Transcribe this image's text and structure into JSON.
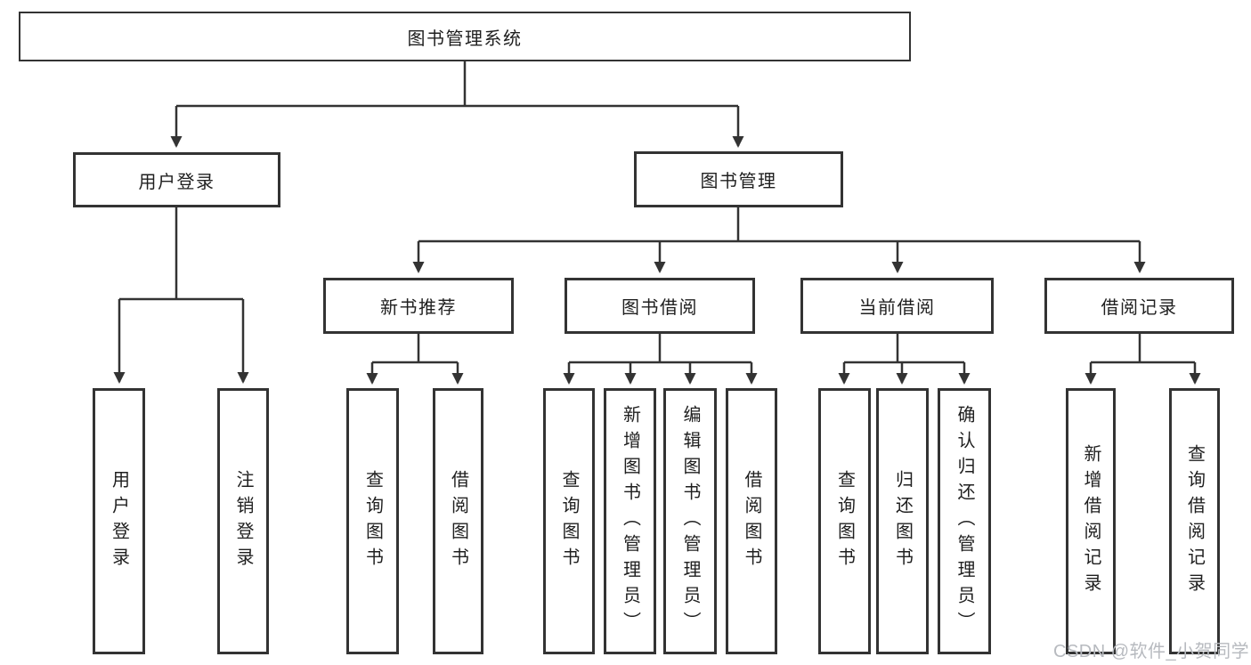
{
  "diagram": {
    "root": {
      "label": "图书管理系统"
    },
    "branches": [
      {
        "label": "用户登录",
        "children": [
          {
            "label": "用户登录"
          },
          {
            "label": "注销登录"
          }
        ]
      },
      {
        "label": "图书管理",
        "children": [
          {
            "label": "新书推荐",
            "children": [
              {
                "label": "查询图书"
              },
              {
                "label": "借阅图书"
              }
            ]
          },
          {
            "label": "图书借阅",
            "children": [
              {
                "label": "查询图书"
              },
              {
                "label": "新增图书（管理员）"
              },
              {
                "label": "编辑图书（管理员）"
              },
              {
                "label": "借阅图书"
              }
            ]
          },
          {
            "label": "当前借阅",
            "children": [
              {
                "label": "查询图书"
              },
              {
                "label": "归还图书"
              },
              {
                "label": "确认归还（管理员）"
              }
            ]
          },
          {
            "label": "借阅记录",
            "children": [
              {
                "label": "新增借阅记录"
              },
              {
                "label": "查询借阅记录"
              }
            ]
          }
        ]
      }
    ]
  },
  "watermark": {
    "text": "CSDN @软件_小贺同学"
  },
  "colors": {
    "line": "#333333",
    "box_border": "#333333",
    "text": "#1f1f1f",
    "watermark": "#b7babf",
    "background": "#ffffff"
  }
}
